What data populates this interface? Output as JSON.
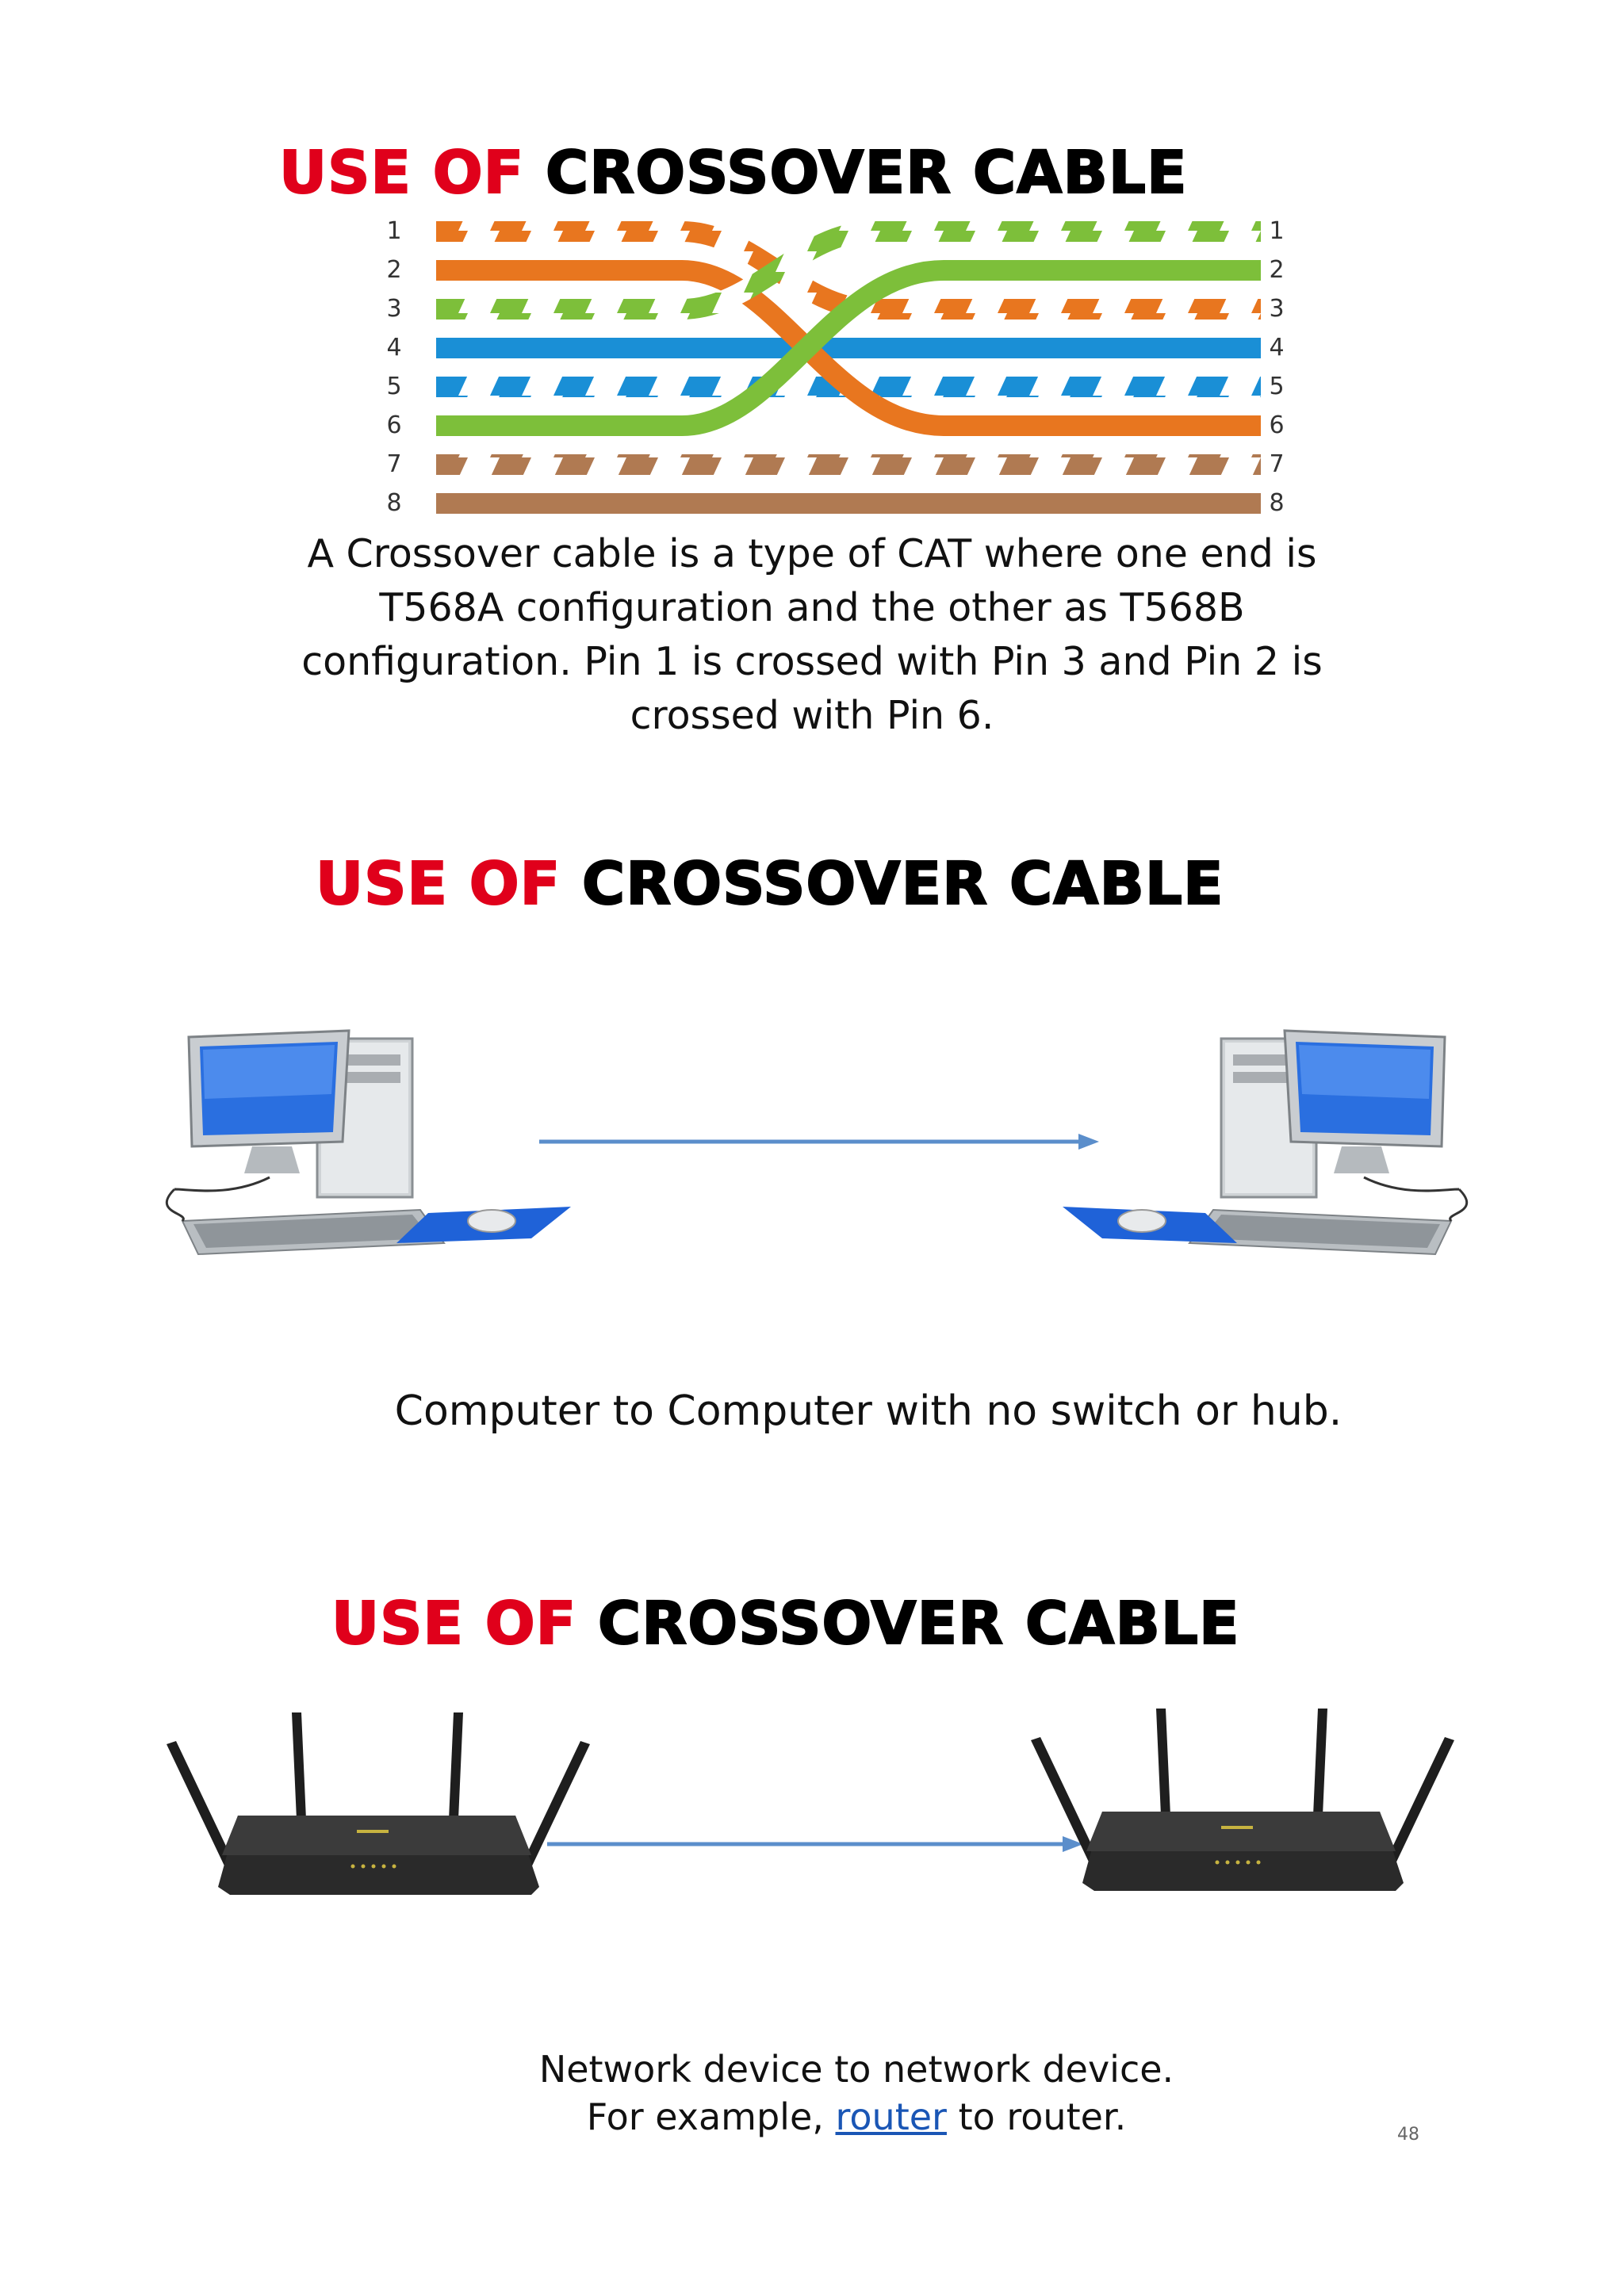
{
  "sections": [
    {
      "heading_red": "USE OF",
      "heading_black": "CROSSOVER CABLE"
    },
    {
      "heading_red": "USE OF",
      "heading_black": "CROSSOVER CABLE"
    },
    {
      "heading_red": "USE OF",
      "heading_black": "CROSSOVER CABLE"
    }
  ],
  "wiring": {
    "left_pins": [
      "1",
      "2",
      "3",
      "4",
      "5",
      "6",
      "7",
      "8"
    ],
    "right_pins": [
      "1",
      "2",
      "3",
      "4",
      "5",
      "6",
      "7",
      "8"
    ],
    "colors": {
      "orange": "#e8761f",
      "green": "#7dbf3a",
      "blue": "#1a8fd6",
      "brown": "#b07a52"
    }
  },
  "description": {
    "line1": "A Crossover cable is a type of CAT where one end is",
    "line2": "T568A configuration and the other as T568B",
    "line3": "configuration. Pin 1 is crossed with Pin 3 and Pin 2 is",
    "line4": "crossed with Pin 6."
  },
  "computers_caption": "Computer to Computer with no switch or hub.",
  "routers_caption": {
    "line1": "Network device to network device.",
    "line2_before": "For example, ",
    "link": "router",
    "line2_after": " to router."
  },
  "page_number": "48"
}
